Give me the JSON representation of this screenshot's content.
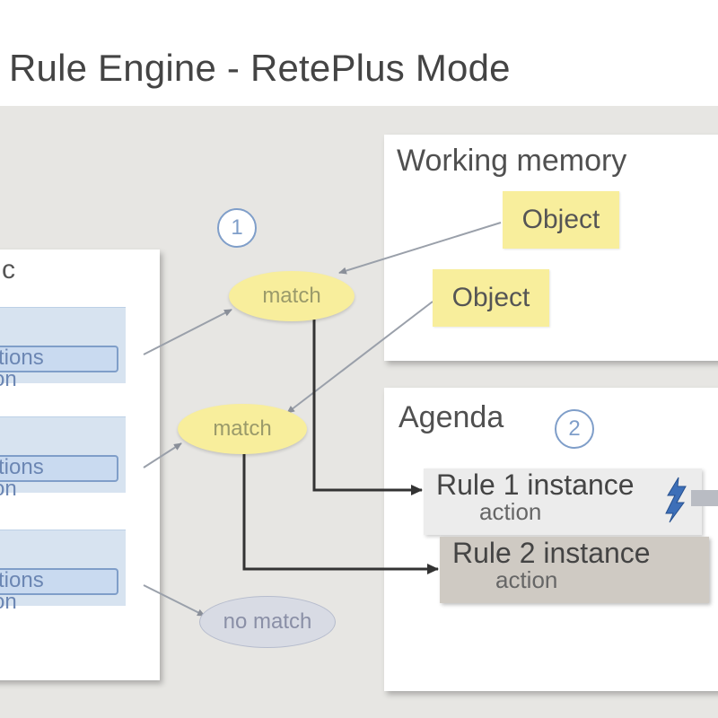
{
  "title": "Rule Engine - RetePlus Mode",
  "left_panel": {
    "corner_label": "c",
    "rules": [
      {
        "condition": "lditions",
        "action": "tion"
      },
      {
        "condition": "lditions",
        "action": "tion"
      },
      {
        "condition": "lditions",
        "action": "tion"
      }
    ]
  },
  "working_memory": {
    "title": "Working memory",
    "objects": [
      "Object",
      "Object"
    ]
  },
  "steps": [
    "1",
    "2"
  ],
  "match_nodes": [
    "match",
    "match",
    "no match"
  ],
  "agenda": {
    "title": "Agenda",
    "instances": [
      {
        "label": "Rule 1 instance",
        "sub": "action"
      },
      {
        "label": "Rule 2 instance",
        "sub": "action"
      }
    ]
  },
  "colors": {
    "object_fill": "#f8ee9c",
    "step_circle": "#7f9ec9",
    "rule_box": "#d7e3f0",
    "no_match_fill": "#d8dbe4",
    "backdrop": "#e7e6e3"
  },
  "icons": [
    "lightning-fire-icon",
    "arrow-icon"
  ]
}
